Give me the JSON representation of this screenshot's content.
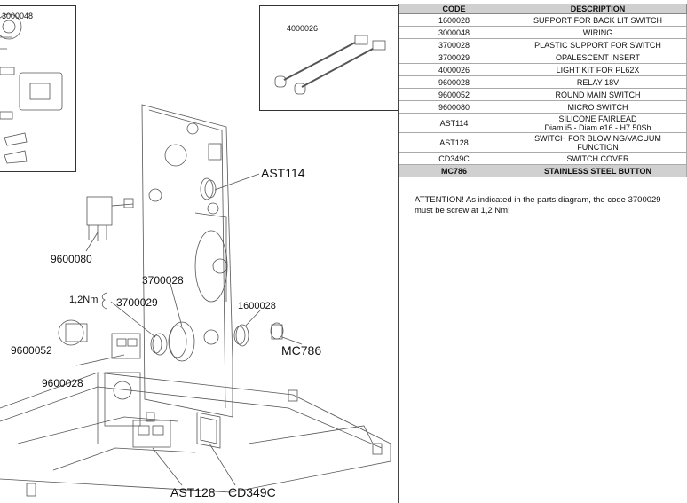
{
  "diagram": {
    "insets": {
      "left_code": "3000048",
      "right_code": "4000026"
    },
    "callouts": {
      "ast114": "AST114",
      "c9600080": "9600080",
      "c3700028": "3700028",
      "torque": "1,2Nm",
      "c3700029": "3700029",
      "c1600028": "1600028",
      "c9600052": "9600052",
      "mc786": "MC786",
      "c9600028": "9600028",
      "ast128": "AST128",
      "cd349c": "CD349C"
    }
  },
  "parts_table": {
    "headers": {
      "code": "CODE",
      "description": "DESCRIPTION"
    },
    "rows": [
      {
        "code": "1600028",
        "description": "SUPPORT FOR BACK LIT SWITCH"
      },
      {
        "code": "3000048",
        "description": "WIRING"
      },
      {
        "code": "3700028",
        "description": "PLASTIC SUPPORT FOR SWITCH"
      },
      {
        "code": "3700029",
        "description": "OPALESCENT INSERT"
      },
      {
        "code": "4000026",
        "description": "LIGHT KIT FOR PL62X"
      },
      {
        "code": "9600028",
        "description": "RELAY 18V"
      },
      {
        "code": "9600052",
        "description": "ROUND MAIN SWITCH"
      },
      {
        "code": "9600080",
        "description": "MICRO SWITCH"
      },
      {
        "code": "AST114",
        "description_line1": "SILICONE FAIRLEAD",
        "description_line2": "Diam.i5 - Diam.e16 - H7 50Sh"
      },
      {
        "code": "AST128",
        "description_line1": "SWITCH FOR BLOWING/VACUUM",
        "description_line2": "FUNCTION"
      },
      {
        "code": "CD349C",
        "description": "SWITCH COVER"
      },
      {
        "code": "MC786",
        "description": "STAINLESS STEEL BUTTON"
      }
    ]
  },
  "attention_note": "ATTENTION! As indicated in the parts diagram, the code 3700029 must be screw at 1,2 Nm!"
}
